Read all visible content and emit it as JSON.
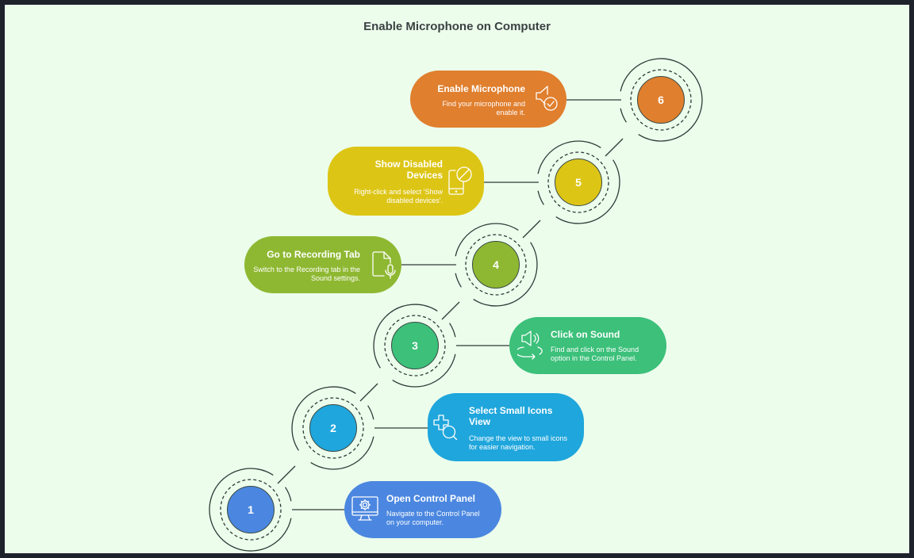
{
  "title": "Enable Microphone on Computer",
  "steps": [
    {
      "number": "1",
      "title": "Open Control Panel",
      "description": "Navigate to the Control Panel on your computer.",
      "icon": "monitor-gear-icon",
      "color": "#4b87e0"
    },
    {
      "number": "2",
      "title": "Select Small Icons View",
      "description": "Change the view to small icons for easier navigation.",
      "icon": "plus-search-icon",
      "color": "#1fa6dc"
    },
    {
      "number": "3",
      "title": "Click on Sound",
      "description": "Find and click on the Sound option in the Control Panel.",
      "icon": "speaker-refresh-icon",
      "color": "#3cc07a"
    },
    {
      "number": "4",
      "title": "Go to Recording Tab",
      "description": "Switch to the Recording tab in the Sound settings.",
      "icon": "file-microphone-icon",
      "color": "#8fb832"
    },
    {
      "number": "5",
      "title": "Show Disabled Devices",
      "description": "Right-click and select 'Show disabled devices'.",
      "icon": "phone-disabled-icon",
      "color": "#ddc516"
    },
    {
      "number": "6",
      "title": "Enable Microphone",
      "description": "Find your microphone and enable it.",
      "icon": "speaker-check-icon",
      "color": "#e07f2e"
    }
  ]
}
